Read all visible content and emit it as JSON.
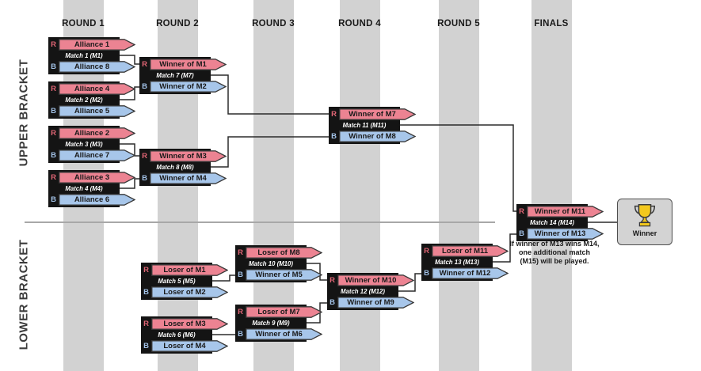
{
  "round_headers": [
    "ROUND 1",
    "ROUND 2",
    "ROUND 3",
    "ROUND 4",
    "ROUND 5",
    "FINALS"
  ],
  "section_labels": {
    "upper": "UPPER BRACKET",
    "lower": "LOWER BRACKET"
  },
  "slot_letters": {
    "red": "R",
    "blue": "B"
  },
  "matches": [
    {
      "id": "M1",
      "label": "Match 1 (M1)",
      "red": "Alliance 1",
      "blue": "Alliance 8"
    },
    {
      "id": "M2",
      "label": "Match 2 (M2)",
      "red": "Alliance 4",
      "blue": "Alliance 5"
    },
    {
      "id": "M3",
      "label": "Match 3 (M3)",
      "red": "Alliance 2",
      "blue": "Alliance 7"
    },
    {
      "id": "M4",
      "label": "Match 4 (M4)",
      "red": "Alliance 3",
      "blue": "Alliance 6"
    },
    {
      "id": "M7",
      "label": "Match 7 (M7)",
      "red": "Winner of M1",
      "blue": "Winner of M2"
    },
    {
      "id": "M8",
      "label": "Match 8 (M8)",
      "red": "Winner of M3",
      "blue": "Winner of M4"
    },
    {
      "id": "M11",
      "label": "Match 11 (M11)",
      "red": "Winner of M7",
      "blue": "Winner of M8"
    },
    {
      "id": "M5",
      "label": "Match 5 (M5)",
      "red": "Loser of M1",
      "blue": "Loser of M2"
    },
    {
      "id": "M6",
      "label": "Match 6 (M6)",
      "red": "Loser of M3",
      "blue": "Loser of M4"
    },
    {
      "id": "M10",
      "label": "Match 10 (M10)",
      "red": "Loser of M8",
      "blue": "Winner of M5"
    },
    {
      "id": "M9",
      "label": "Match 9 (M9)",
      "red": "Loser of M7",
      "blue": "Winner of M6"
    },
    {
      "id": "M12",
      "label": "Match 12 (M12)",
      "red": "Winner of M10",
      "blue": "Winner of M9"
    },
    {
      "id": "M13",
      "label": "Match 13 (M13)",
      "red": "Loser of M11",
      "blue": "Winner of M12"
    },
    {
      "id": "M14",
      "label": "Match 14 (M14)",
      "red": "Winner of M11",
      "blue": "Winner of M13"
    }
  ],
  "finals_note": "If winner of M13 wins M14, one additional match (M15) will be played.",
  "winner_box": {
    "label": "Winner",
    "icon": "trophy-icon"
  },
  "colors": {
    "red_slot": "#ec8392",
    "blue_slot": "#a7c6ea",
    "match_box": "#141414",
    "stripe": "#d2d2d2",
    "trophy_gold": "#f3c81e"
  }
}
